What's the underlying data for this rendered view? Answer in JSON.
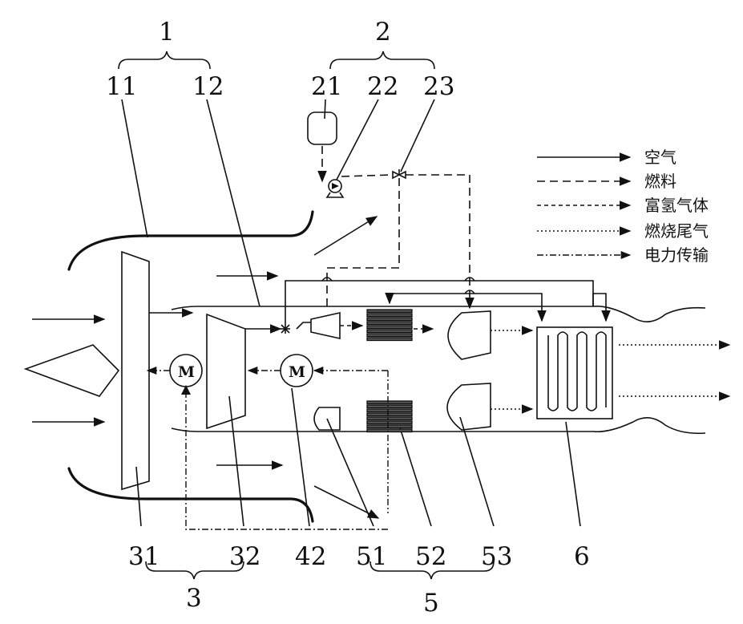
{
  "labels": {
    "n1": "1",
    "n11": "11",
    "n12": "12",
    "n2": "2",
    "n21": "21",
    "n22": "22",
    "n23": "23",
    "n31": "31",
    "n32": "32",
    "n3": "3",
    "n42": "42",
    "n51": "51",
    "n52": "52",
    "n53": "53",
    "n5": "5",
    "n6": "6"
  },
  "motor": {
    "symbol": "M"
  },
  "legend": [
    {
      "text": "空气",
      "style": "solid"
    },
    {
      "text": "燃料",
      "style": "dashed"
    },
    {
      "text": "富氢气体",
      "style": "short-dashed"
    },
    {
      "text": "燃烧尾气",
      "style": "dotted"
    },
    {
      "text": "电力传输",
      "style": "dash-dot"
    }
  ]
}
